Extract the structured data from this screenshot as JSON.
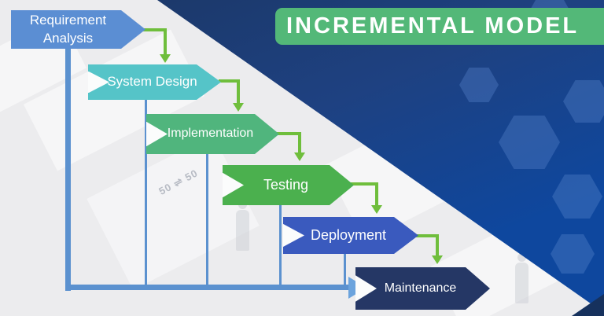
{
  "title": {
    "label": "INCREMENTAL MODEL",
    "bg_color": "#53b878"
  },
  "steps": [
    {
      "id": "requirement-analysis",
      "label": "Requirement Analysis",
      "lines": [
        "Requirement",
        "Analysis"
      ],
      "color": "#5b8ed3"
    },
    {
      "id": "system-design",
      "label": "System Design",
      "color": "#55c4c8"
    },
    {
      "id": "implementation",
      "label": "Implementation",
      "color": "#50b57d"
    },
    {
      "id": "testing",
      "label": "Testing",
      "color": "#4bb04e"
    },
    {
      "id": "deployment",
      "label": "Deployment",
      "color": "#3a5abe"
    },
    {
      "id": "maintenance",
      "label": "Maintenance",
      "color": "#253765"
    }
  ],
  "connectors": {
    "forward_color": "#6fbe3c",
    "feedback_color": "#5b91cf",
    "feedback_arrow_color": "#6ba3dd"
  },
  "background": {
    "base_color": "#ececee",
    "diagonal_top_color": "#1b3766",
    "diagonal_bottom_color": "#0e479e",
    "watermark": "50 ⇌ 50"
  }
}
